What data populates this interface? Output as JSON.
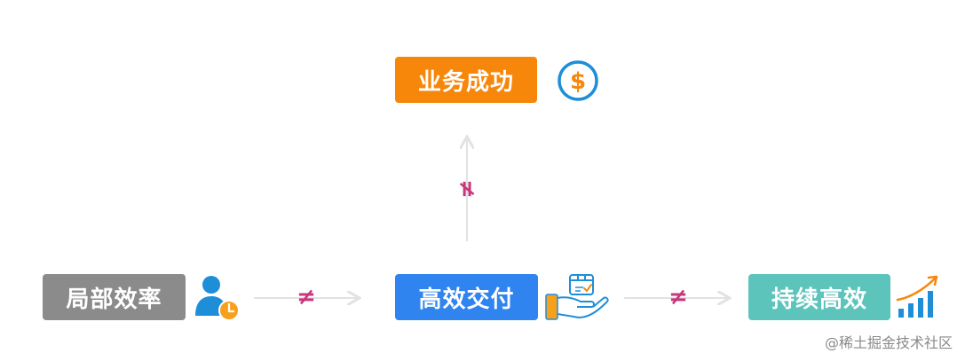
{
  "nodes": {
    "top": {
      "label": "业务成功",
      "color": "#f7870a"
    },
    "left": {
      "label": "局部效率",
      "color": "#8b8b8b"
    },
    "center": {
      "label": "高效交付",
      "color": "#2f84ef"
    },
    "right": {
      "label": "持续高效",
      "color": "#5cc4bb"
    }
  },
  "relations": {
    "left_to_center": "≠",
    "center_to_right": "≠",
    "center_to_top": "≠"
  },
  "colors": {
    "neq": "#c8377b",
    "arrow": "#e2e2e2",
    "icon_blue": "#1e8ed9",
    "icon_orange": "#f7870a"
  },
  "icons": {
    "top": "dollar-circle-icon",
    "left": "user-clock-icon",
    "center": "hand-package-icon",
    "right": "growth-chart-icon"
  },
  "watermark": "@稀土掘金技术社区"
}
